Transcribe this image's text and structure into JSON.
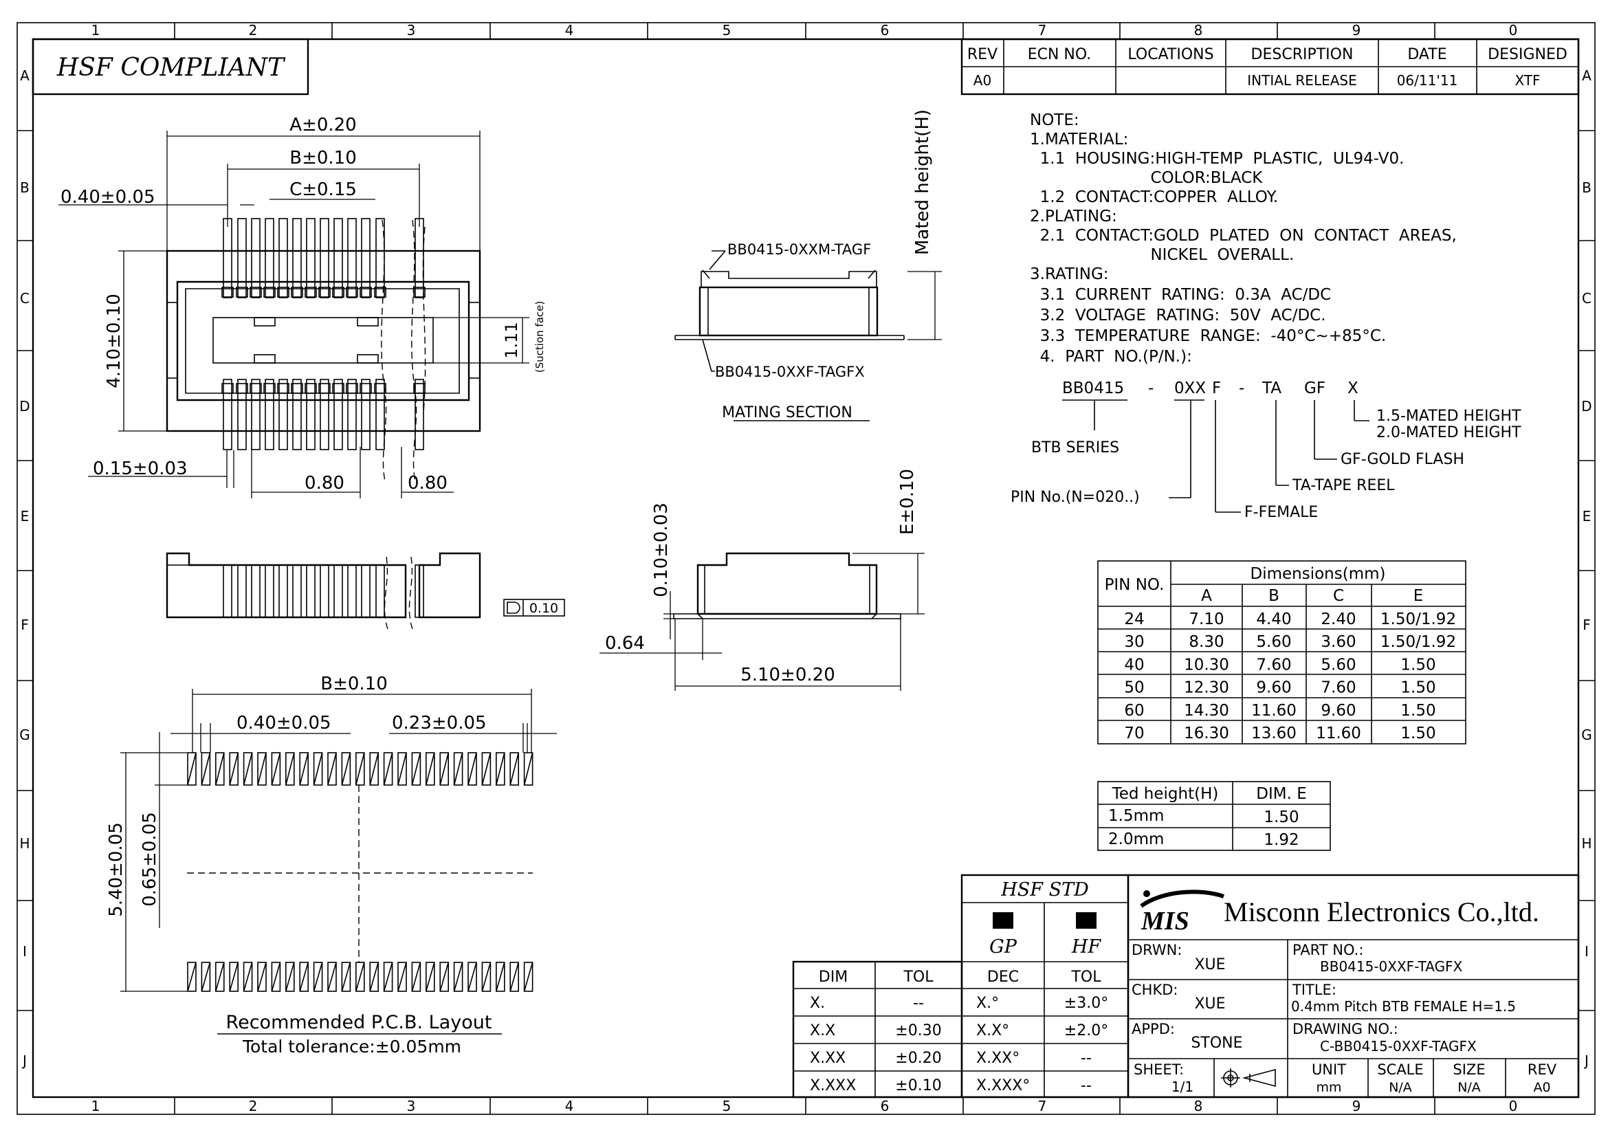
{
  "border": {
    "columns_top": [
      "1",
      "2",
      "3",
      "4",
      "5",
      "6",
      "7",
      "8",
      "9",
      "0"
    ],
    "columns_bottom": [
      "1",
      "2",
      "3",
      "4",
      "5",
      "6",
      "7",
      "8",
      "9",
      "0"
    ],
    "rows": [
      "A",
      "B",
      "C",
      "D",
      "E",
      "F",
      "G",
      "H",
      "I",
      "J"
    ]
  },
  "hsf_title": "HSF COMPLIANT",
  "revision_table": {
    "headers": [
      "REV",
      "ECN NO.",
      "LOCATIONS",
      "DESCRIPTION",
      "DATE",
      "DESIGNED"
    ],
    "row": [
      "A0",
      "",
      "",
      "INTIAL RELEASE",
      "06/11'11",
      "XTF"
    ]
  },
  "notes": [
    "NOTE:",
    "1.MATERIAL:",
    "  1.1  HOUSING:HIGH-TEMP  PLASTIC,  UL94-V0.",
    "                        COLOR:BLACK",
    "  1.2  CONTACT:COPPER  ALLOY.",
    "2.PLATING:",
    "  2.1  CONTACT:GOLD  PLATED  ON  CONTACT  AREAS,",
    "                        NICKEL  OVERALL.",
    "3.RATING:",
    "  3.1  CURRENT  RATING:  0.3A  AC/DC",
    "  3.2  VOLTAGE  RATING:  50V  AC/DC.",
    "  3.3  TEMPERATURE  RANGE:  -40°C~+85°C.",
    "  4.  PART  NO.(P/N.):"
  ],
  "part_no": {
    "segments": [
      "BB0415",
      "-",
      "0XX",
      "F",
      "-",
      "TA",
      "GF",
      "X"
    ],
    "x_options": [
      "1.5-MATED  HEIGHT",
      "2.0-MATED  HEIGHT"
    ],
    "series": "BTB  SERIES",
    "gf": "GF-GOLD  FLASH",
    "ta": "TA-TAPE  REEL",
    "pin": "PIN  No.(N=020..)",
    "f": "F-FEMALE"
  },
  "top_view": {
    "dim_a": "A±0.20",
    "dim_b": "B±0.10",
    "dim_c": "C±0.15",
    "dim_pitch": "0.40±0.05",
    "dim_height": "4.10±0.10",
    "dim_suction": "1.11",
    "suction_label": "(Suction face)",
    "dim_lead": "0.15±0.03",
    "dim_gap1": "0.80",
    "dim_gap2": "0.80"
  },
  "flatness": "0.10",
  "mating": {
    "male_label": "BB0415-0XXM-TAGF",
    "female_label": "BB0415-0XXF-TAGFX",
    "height_label": "Mated  height(H)",
    "section_title": "MATING  SECTION"
  },
  "side_view": {
    "dim_e": "E±0.10",
    "dim_t": "0.10±0.03",
    "dim_064": "0.64",
    "dim_510": "5.10±0.20"
  },
  "pcb": {
    "dim_b": "B±0.10",
    "dim_pitch": "0.40±0.05",
    "dim_pad": "0.23±0.05",
    "dim_540": "5.40±0.05",
    "dim_065": "0.65±0.05",
    "title": "Recommended  P.C.B.  Layout",
    "tolerance": "Total  tolerance:±0.05mm"
  },
  "dim_table": {
    "header_pin": "PIN  NO.",
    "header_dims": "Dimensions(mm)",
    "cols": [
      "A",
      "B",
      "C",
      "E"
    ],
    "rows": [
      [
        "24",
        "7.10",
        "4.40",
        "2.40",
        "1.50/1.92"
      ],
      [
        "30",
        "8.30",
        "5.60",
        "3.60",
        "1.50/1.92"
      ],
      [
        "40",
        "10.30",
        "7.60",
        "5.60",
        "1.50"
      ],
      [
        "50",
        "12.30",
        "9.60",
        "7.60",
        "1.50"
      ],
      [
        "60",
        "14.30",
        "11.60",
        "9.60",
        "1.50"
      ],
      [
        "70",
        "16.30",
        "13.60",
        "11.60",
        "1.50"
      ]
    ]
  },
  "height_table": {
    "headers": [
      "Ted  height(H)",
      "DIM.  E"
    ],
    "rows": [
      [
        "1.5mm",
        "1.50"
      ],
      [
        "2.0mm",
        "1.92"
      ]
    ]
  },
  "tol_table": {
    "headers": [
      "DIM",
      "TOL"
    ],
    "rows": [
      [
        "X.",
        "--"
      ],
      [
        "X.X",
        "±0.30"
      ],
      [
        "X.XX",
        "±0.20"
      ],
      [
        "X.XXX",
        "±0.10"
      ]
    ]
  },
  "hsf_std": {
    "title": "HSF  STD",
    "gp": "GP",
    "hf": "HF",
    "headers": [
      "DEC",
      "TOL"
    ],
    "rows": [
      [
        "X.°",
        "±3.0°"
      ],
      [
        "X.X°",
        "±2.0°"
      ],
      [
        "X.XX°",
        "--"
      ],
      [
        "X.XXX°",
        "--"
      ]
    ]
  },
  "title_block": {
    "logo": "MIS",
    "company": "Misconn Electronics Co.,ltd.",
    "drwn_label": "DRWN:",
    "drwn": "XUE",
    "chkd_label": "CHKD:",
    "chkd": "XUE",
    "appd_label": "APPD:",
    "appd": "STONE",
    "part_label": "PART  NO.:",
    "part": "BB0415-0XXF-TAGFX",
    "title_label": "TITLE:",
    "title": "0.4mm  Pitch  BTB  FEMALE  H=1.5",
    "drawing_label": "DRAWING  NO.:",
    "drawing": "C-BB0415-0XXF-TAGFX",
    "sheet_label": "SHEET:",
    "sheet": "1/1",
    "unit_label": "UNIT",
    "unit": "mm",
    "scale_label": "SCALE",
    "scale": "N/A",
    "size_label": "SIZE",
    "size": "N/A",
    "rev_label": "REV",
    "rev": "A0"
  }
}
